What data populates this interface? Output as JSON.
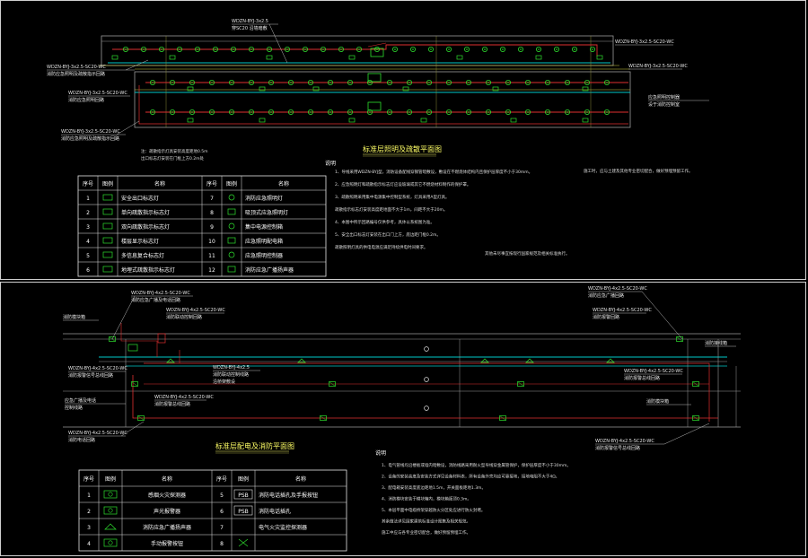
{
  "top": {
    "title": "标准层照明及疏散平面图",
    "notes_head": "说明",
    "notes": [
      "1、导线采用WDZN-BYJ型，消防设备配线穿钢管暗敷设，敷设在不燃烧体结构内且保护层厚度不小于30mm。",
      "2、应急照明灯和疏散指示标志灯应设玻璃或其它不燃烧材料制作的保护罩。",
      "3、疏散照明采用集中电源集中控制型系统，灯具采用A型灯具。",
      "   疏散指示标志灯安装高度距地面不大于1m，间距不大于20m。",
      "4、本图中所示回路编号仅供参考，具体以系统图为准。",
      "5、安全出口标志灯安装在出口门上方，底边距门框0.2m。",
      "   疏散照明灯具的供电电源应满足持续供电时间要求。"
    ],
    "notes_tail": "其他未尽事宜按现行国家规范及相关标准执行。",
    "notes_right": "施工时，应与土建及其他专业密切配合，做好预埋预留工作。",
    "callouts": {
      "top_mid": "WDZN-BYJ-3x2.5",
      "top_mid2": "穿SC20 沿墙暗敷",
      "left1": "WDZN-BYJ-3x2.5-SC20-WC",
      "left1b": "消防应急照明及疏散指示回路",
      "left2": "WDZN-BYJ-3x2.5-SC20-WC",
      "left2b": "消防应急照明回路",
      "left3": "WDZN-BYJ-3x2.5-SC20-WC",
      "left3b": "消防应急照明及疏散指示回路",
      "right1": "WDZN-BYJ-3x2.5-SC20-WC",
      "right2": "WDZN-BYJ-3x2.5-SC20-WC",
      "right3": "应急照明控制器",
      "right3b": "设于消防控制室",
      "under": "注：疏散指示灯具安装高度距地0.5m",
      "under2": "出口标志灯安装在门框上方0.2m处"
    },
    "legend": {
      "headers": [
        "序号",
        "图例",
        "名称",
        "序号",
        "图例",
        "名称"
      ],
      "rows": [
        [
          "1",
          "安全出口标志灯",
          "7",
          "消防应急照明灯"
        ],
        [
          "2",
          "单向疏散指示标志灯",
          "8",
          "吸顶式应急照明灯"
        ],
        [
          "3",
          "双向疏散指示标志灯",
          "9",
          "集中电源控制箱"
        ],
        [
          "4",
          "楼层显示标志灯",
          "10",
          "应急照明配电箱"
        ],
        [
          "5",
          "多信息复合标志灯",
          "11",
          "应急照明控制器"
        ],
        [
          "6",
          "地埋式疏散指示标志灯",
          "12",
          "消防应急广播扬声器"
        ]
      ]
    }
  },
  "bottom": {
    "title": "标准层配电及消防平面图",
    "notes_head": "说明",
    "notes": [
      "1、电气管线均沿楼板或墙内暗敷设，消防线路采用耐火型导线穿金属管保护，保护层厚度不小于30mm。",
      "2、设备的安装高度及安装方式详见设备材料表，所有设备外壳均应可靠接地，接地电阻不大于4Ω。",
      "3、配电箱安装高度底边距地1.5m，开关面板距地1.3m。",
      "4、消防模块安装于模块箱内，模块箱距顶0.3m。",
      "5、本层平面中电缆桥架穿越防火分区处应进行防火封堵。",
      "   其余做法详见国家建筑标准设计图集及相关规范。",
      "   施工中应与各专业密切配合，做好预留预埋工作。"
    ],
    "callouts": {
      "tl1": "WDZN-BYJ-4x2.5-SC20-WC",
      "tl1b": "消防应急广播及电话回路",
      "tl2": "WDZN-BYJ-4x2.5-SC20-WC",
      "tl2b": "消防联动控制回路",
      "side1": "消防模块箱",
      "mid1": "WDZN-BYJ-4x2.5",
      "mid1b": "消防联动控制线路",
      "mid1c": "沿桥架敷设",
      "left_a": "WDZN-BYJ-4x2.5-SC20-WC",
      "left_ab": "消防报警信号总线回路",
      "left_b": "应急广播及电话",
      "left_bb": "控制线路",
      "mid2": "WDZN-BYJ-4x2.5-SC20-WC",
      "mid2b": "消防报警总线回路",
      "left_c": "WDZN-BYJ-4x2.5-SC20-WC",
      "left_cb": "消防电话回路",
      "tr1": "WDZN-BYJ-4x2.5-SC20-WC",
      "tr1b": "消防应急广播回路",
      "tr2": "WDZN-BYJ-4x2.5-SC20-WC",
      "tr2b": "消防报警回路",
      "r1": "消防接线箱",
      "r2": "WDZN-BYJ-4x2.5-SC20-WC",
      "r2b": "消防报警总线回路",
      "r3": "消防模块箱",
      "br1": "WDZN-BYJ-4x2.5-SC20-WC",
      "br1b": "消防报警信号总线回路"
    },
    "legend": {
      "headers": [
        "序号",
        "图例",
        "名称",
        "序号",
        "图例",
        "名称"
      ],
      "rows": [
        [
          "1",
          "感烟火灾探测器",
          "5",
          "PSB",
          "消防电话插孔及手报按钮"
        ],
        [
          "2",
          "声光报警器",
          "6",
          "PSB",
          "消防电话插孔"
        ],
        [
          "3",
          "消防应急广播扬声器",
          "7",
          "",
          "电气火灾监控探测器"
        ],
        [
          "4",
          "手动报警按钮",
          "8",
          "",
          ""
        ]
      ]
    }
  }
}
